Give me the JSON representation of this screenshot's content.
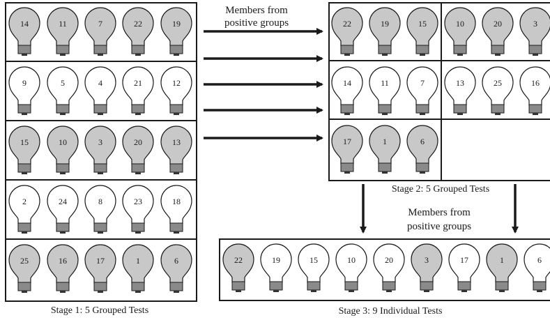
{
  "stage1": {
    "caption": "Stage 1: 5 Grouped Tests",
    "groups": [
      {
        "positive": true,
        "bulbs": [
          "14",
          "11",
          "7",
          "22",
          "19"
        ]
      },
      {
        "positive": false,
        "bulbs": [
          "9",
          "5",
          "4",
          "21",
          "12"
        ]
      },
      {
        "positive": true,
        "bulbs": [
          "15",
          "10",
          "3",
          "20",
          "13"
        ]
      },
      {
        "positive": false,
        "bulbs": [
          "2",
          "24",
          "8",
          "23",
          "18"
        ]
      },
      {
        "positive": true,
        "bulbs": [
          "25",
          "16",
          "17",
          "1",
          "6"
        ]
      }
    ]
  },
  "stage2": {
    "caption": "Stage 2: 5 Grouped Tests",
    "groups": [
      {
        "positive": true,
        "bulbs": [
          "22",
          "19",
          "15"
        ]
      },
      {
        "positive": true,
        "bulbs": [
          "10",
          "20",
          "3"
        ]
      },
      {
        "positive": false,
        "bulbs": [
          "14",
          "11",
          "7"
        ]
      },
      {
        "positive": false,
        "bulbs": [
          "13",
          "25",
          "16"
        ]
      },
      {
        "positive": true,
        "bulbs": [
          "17",
          "1",
          "6"
        ]
      }
    ]
  },
  "stage3": {
    "caption": "Stage 3: 9 Individual Tests",
    "bulbs": [
      {
        "label": "22",
        "positive": true
      },
      {
        "label": "19",
        "positive": false
      },
      {
        "label": "15",
        "positive": false
      },
      {
        "label": "10",
        "positive": false
      },
      {
        "label": "20",
        "positive": false
      },
      {
        "label": "3",
        "positive": true
      },
      {
        "label": "17",
        "positive": false
      },
      {
        "label": "1",
        "positive": true
      },
      {
        "label": "6",
        "positive": false
      }
    ]
  },
  "annotations": {
    "members_label_line1": "Members from",
    "members_label_line2": "positive groups"
  },
  "colors": {
    "positive_fill": "#c8c8c8",
    "negative_fill": "#ffffff",
    "base_fill": "#8a8a8a",
    "stroke": "#1a1a1a"
  }
}
